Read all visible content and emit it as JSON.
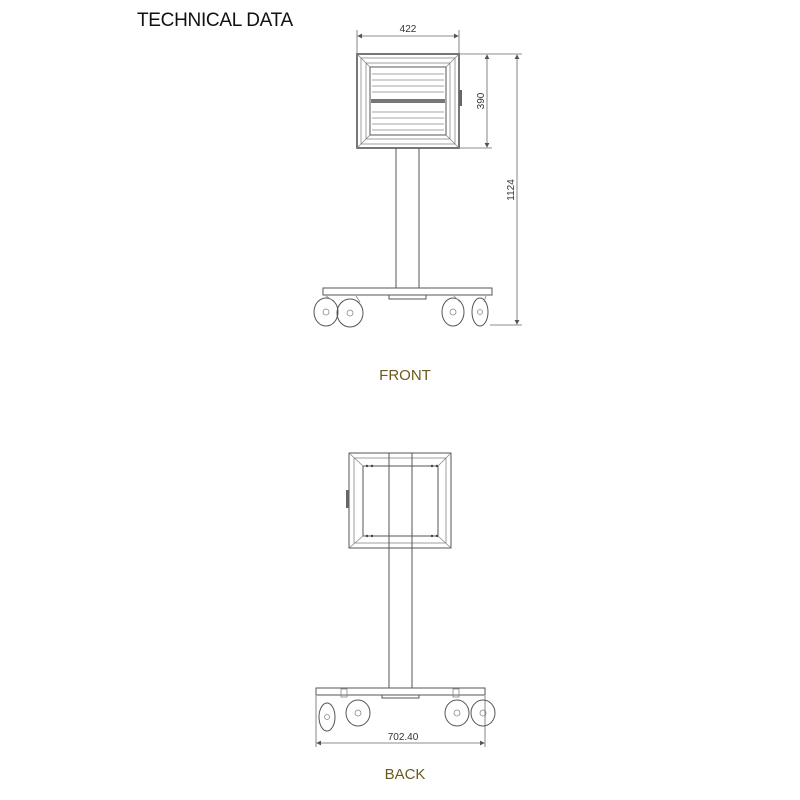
{
  "title": "TECHNICAL DATA",
  "front": {
    "label": "FRONT",
    "dim_width": "422",
    "dim_heater_height": "390",
    "dim_total_height": "1124"
  },
  "back": {
    "label": "BACK",
    "dim_base_width": "702.40"
  }
}
